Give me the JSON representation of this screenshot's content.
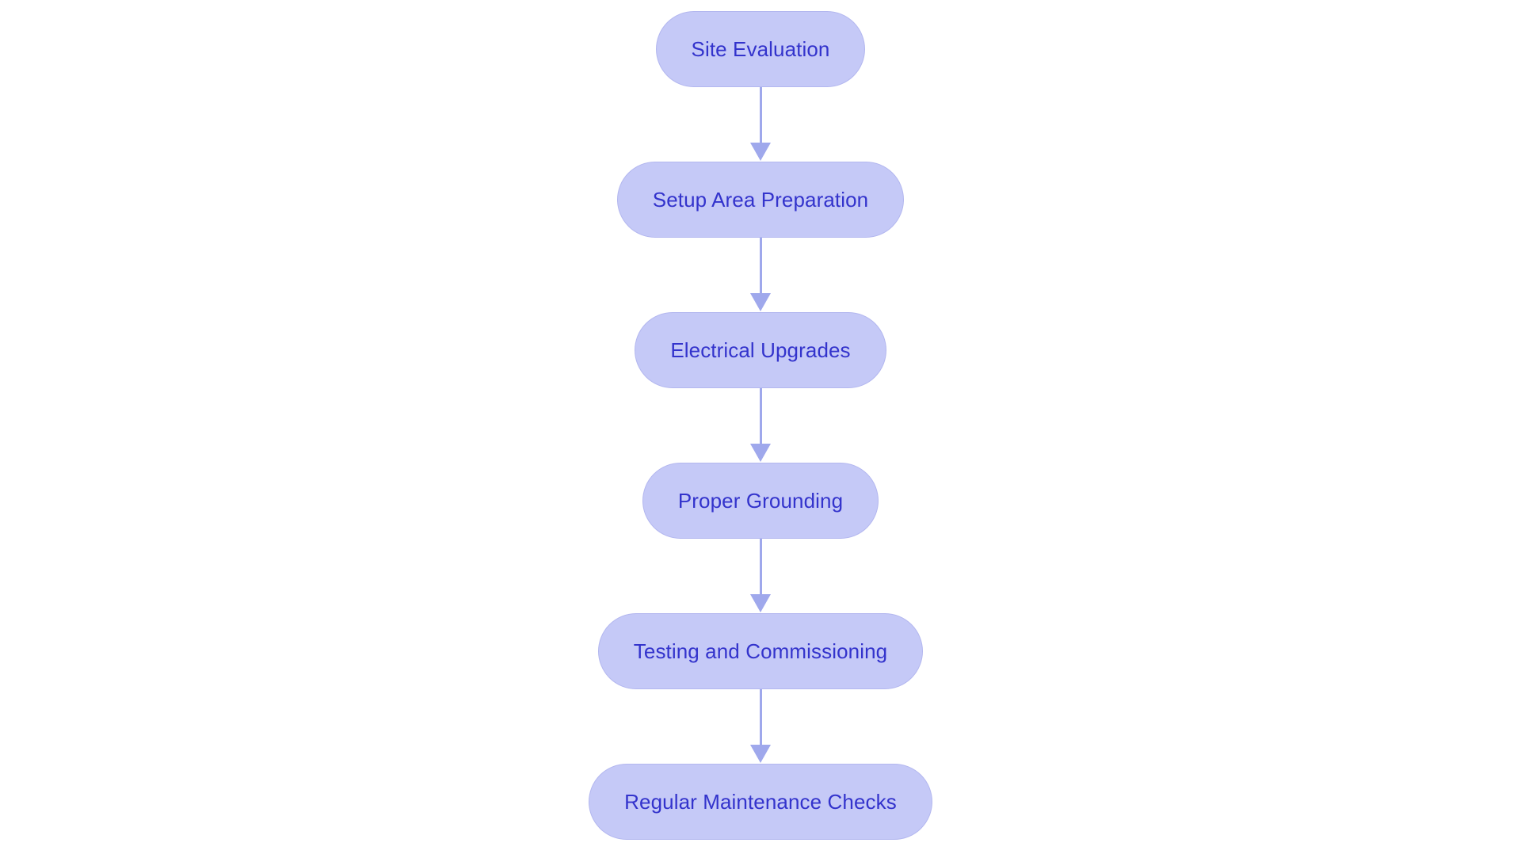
{
  "chart_data": {
    "type": "diagram",
    "diagram_type": "flowchart",
    "orientation": "vertical-top-to-bottom",
    "title": "",
    "background_color": "#ffffff",
    "node_fill_color": "#c5c9f7",
    "node_border_color": "#b3b7ef",
    "node_text_color": "#3333cc",
    "connector_color": "#9fa8ec",
    "node_shape": "pill",
    "nodes": [
      {
        "id": "n1",
        "label": "Site Evaluation"
      },
      {
        "id": "n2",
        "label": "Setup Area Preparation"
      },
      {
        "id": "n3",
        "label": "Electrical Upgrades"
      },
      {
        "id": "n4",
        "label": "Proper Grounding"
      },
      {
        "id": "n5",
        "label": "Testing and Commissioning"
      },
      {
        "id": "n6",
        "label": "Regular Maintenance Checks"
      }
    ],
    "edges": [
      {
        "from": "n1",
        "to": "n2",
        "label": "",
        "arrow": "down"
      },
      {
        "from": "n2",
        "to": "n3",
        "label": "",
        "arrow": "down"
      },
      {
        "from": "n3",
        "to": "n4",
        "label": "",
        "arrow": "down"
      },
      {
        "from": "n4",
        "to": "n5",
        "label": "",
        "arrow": "down"
      },
      {
        "from": "n5",
        "to": "n6",
        "label": "",
        "arrow": "down"
      }
    ]
  },
  "flow": {
    "steps": [
      {
        "label": "Site Evaluation"
      },
      {
        "label": "Setup Area Preparation"
      },
      {
        "label": "Electrical Upgrades"
      },
      {
        "label": "Proper Grounding"
      },
      {
        "label": "Testing and Commissioning"
      },
      {
        "label": "Regular Maintenance Checks"
      }
    ]
  }
}
